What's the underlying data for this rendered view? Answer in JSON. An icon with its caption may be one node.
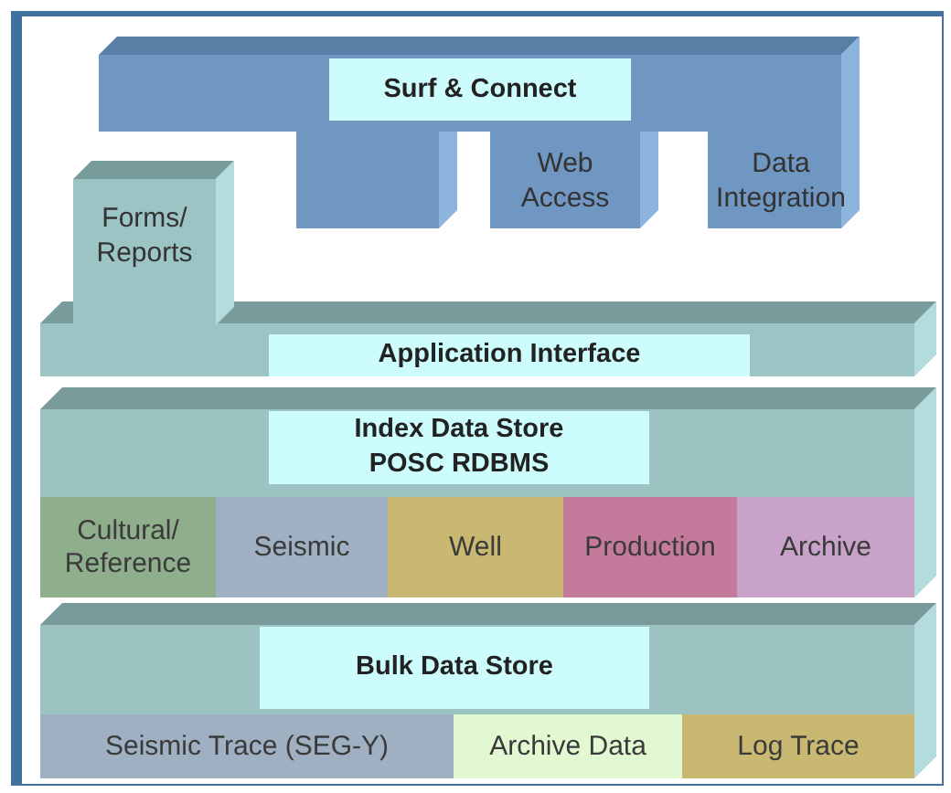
{
  "diagram": {
    "nodes": [
      {
        "text": [
          "Surf & Connect"
        ]
      },
      {
        "text": [
          "Web Access"
        ],
        "in": 0
      },
      {
        "text": [
          "Data Integration"
        ],
        "in": 0
      },
      {
        "text": [
          "Application Interface"
        ]
      },
      {
        "text": [
          "Forms/ Reports"
        ]
      },
      {
        "text": [
          "Index Data Store POSC RDBMS"
        ]
      },
      {
        "text": [
          "Cultural/ Reference"
        ],
        "in": 5
      },
      {
        "text": [
          "Seismic"
        ],
        "in": 5
      },
      {
        "text": [
          "Well"
        ],
        "in": 5
      },
      {
        "text": [
          "Production"
        ],
        "in": 5
      },
      {
        "text": [
          "Archive"
        ],
        "in": 5
      },
      {
        "text": [
          "Bulk Data Store"
        ]
      },
      {
        "text": [
          "Seismic Trace (SEG-Y)"
        ],
        "in": 11
      },
      {
        "text": [
          "Archive Data"
        ],
        "in": 11
      },
      {
        "text": [
          "Log Trace"
        ],
        "in": 11
      }
    ]
  }
}
